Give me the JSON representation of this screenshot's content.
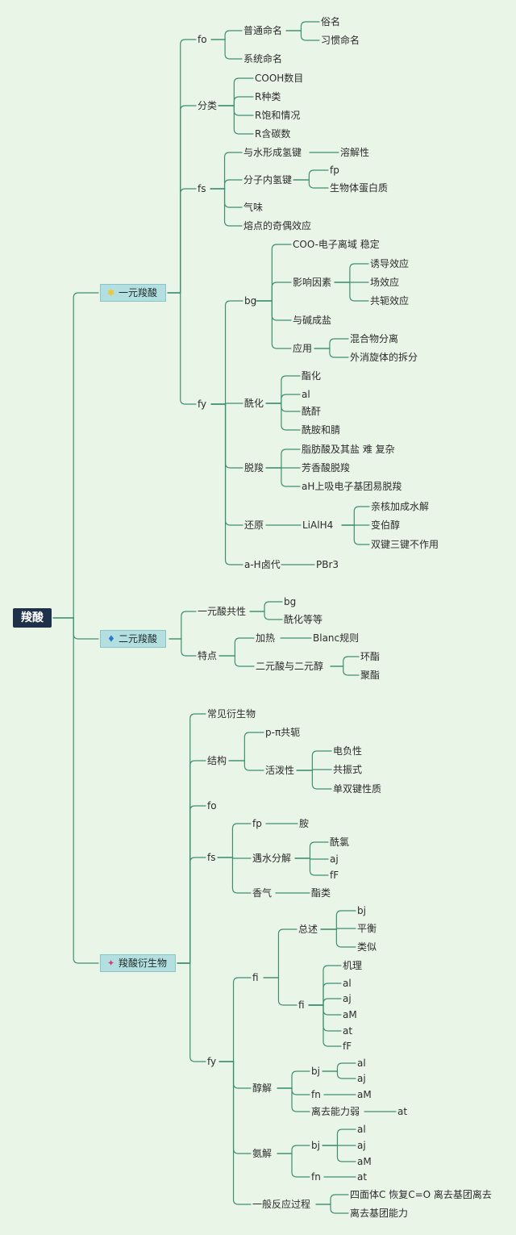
{
  "root": {
    "label": "羧酸"
  },
  "branches": {
    "b1": {
      "label": "一元羧酸",
      "icon": "lightbulb-icon"
    },
    "b2": {
      "label": "二元羧酸",
      "icon": "fire-icon"
    },
    "b3": {
      "label": "羧酸衍生物",
      "icon": "sparkle-icon"
    }
  },
  "nodes": {
    "n1": "fo",
    "n2": "普通命名",
    "n3": "俗名",
    "n4": "习惯命名",
    "n5": "系统命名",
    "n6": "分类",
    "n7": "COOH数目",
    "n8": "R种类",
    "n9": "R饱和情况",
    "n10": "R含碳数",
    "n11": "fs",
    "n12": "与水形成氢键",
    "n13": "溶解性",
    "n14": "分子内氢键",
    "n15": "fp",
    "n16": "生物体蛋白质",
    "n17": "气味",
    "n18": "熔点的奇偶效应",
    "n19": "fy",
    "n20": "bg",
    "n21": "COO-电子离域 稳定",
    "n22": "影响因素",
    "n23": "诱导效应",
    "n24": "场效应",
    "n25": "共轭效应",
    "n26": "与碱成盐",
    "n27": "应用",
    "n28": "混合物分离",
    "n29": "外消旋体的拆分",
    "n30": "酰化",
    "n31": "酯化",
    "n32": "al",
    "n33": "酰酐",
    "n34": "酰胺和腈",
    "n35": "脱羧",
    "n36": "脂肪酸及其盐 难 复杂",
    "n37": "芳香酸脱羧",
    "n38": "aH上吸电子基团易脱羧",
    "n39": "还原",
    "n40": "LiAlH4",
    "n41": "亲核加成水解",
    "n42": "变伯醇",
    "n43": "双键三键不作用",
    "n44": "a-H卤代",
    "n45": "PBr3",
    "n46": "一元酸共性",
    "n47": "bg",
    "n48": "酰化等等",
    "n49": "特点",
    "n50": "加热",
    "n51": "Blanc规则",
    "n52": "二元酸与二元醇",
    "n53": "环酯",
    "n54": "聚酯",
    "n55": "常见衍生物",
    "n56": "结构",
    "n57": "p-π共轭",
    "n58": "活泼性",
    "n59": "电负性",
    "n60": "共振式",
    "n61": "单双键性质",
    "n62": "fo",
    "n63": "fs",
    "n64": "fp",
    "n65": "胺",
    "n66": "遇水分解",
    "n67": "酰氯",
    "n68": "aj",
    "n69": "fF",
    "n70": "香气",
    "n71": "酯类",
    "n72": "fy",
    "n73": "fi",
    "n74": "总述",
    "n75": "bj",
    "n76": "平衡",
    "n77": "类似",
    "n78": "fi",
    "n79": "机理",
    "n80": "al",
    "n81": "aj",
    "n82": "aM",
    "n83": "at",
    "n84": "fF",
    "n85": "醇解",
    "n86": "bj",
    "n87": "al",
    "n88": "aj",
    "n89": "fn",
    "n90": "aM",
    "n91": "离去能力弱",
    "n92": "at",
    "n93": "氨解",
    "n94": "bj",
    "n95": "al",
    "n96": "aj",
    "n97": "aM",
    "n98": "fn",
    "n99": "at",
    "n100": "一般反应过程",
    "n101": "四面体C 恢复C=O 离去基团离去",
    "n102": "离去基团能力"
  },
  "colors": {
    "background": "#e9f5e7",
    "line": "#3f8f6f",
    "root_fill": "#1f3149",
    "branch_fill": "#b3dfe0"
  }
}
